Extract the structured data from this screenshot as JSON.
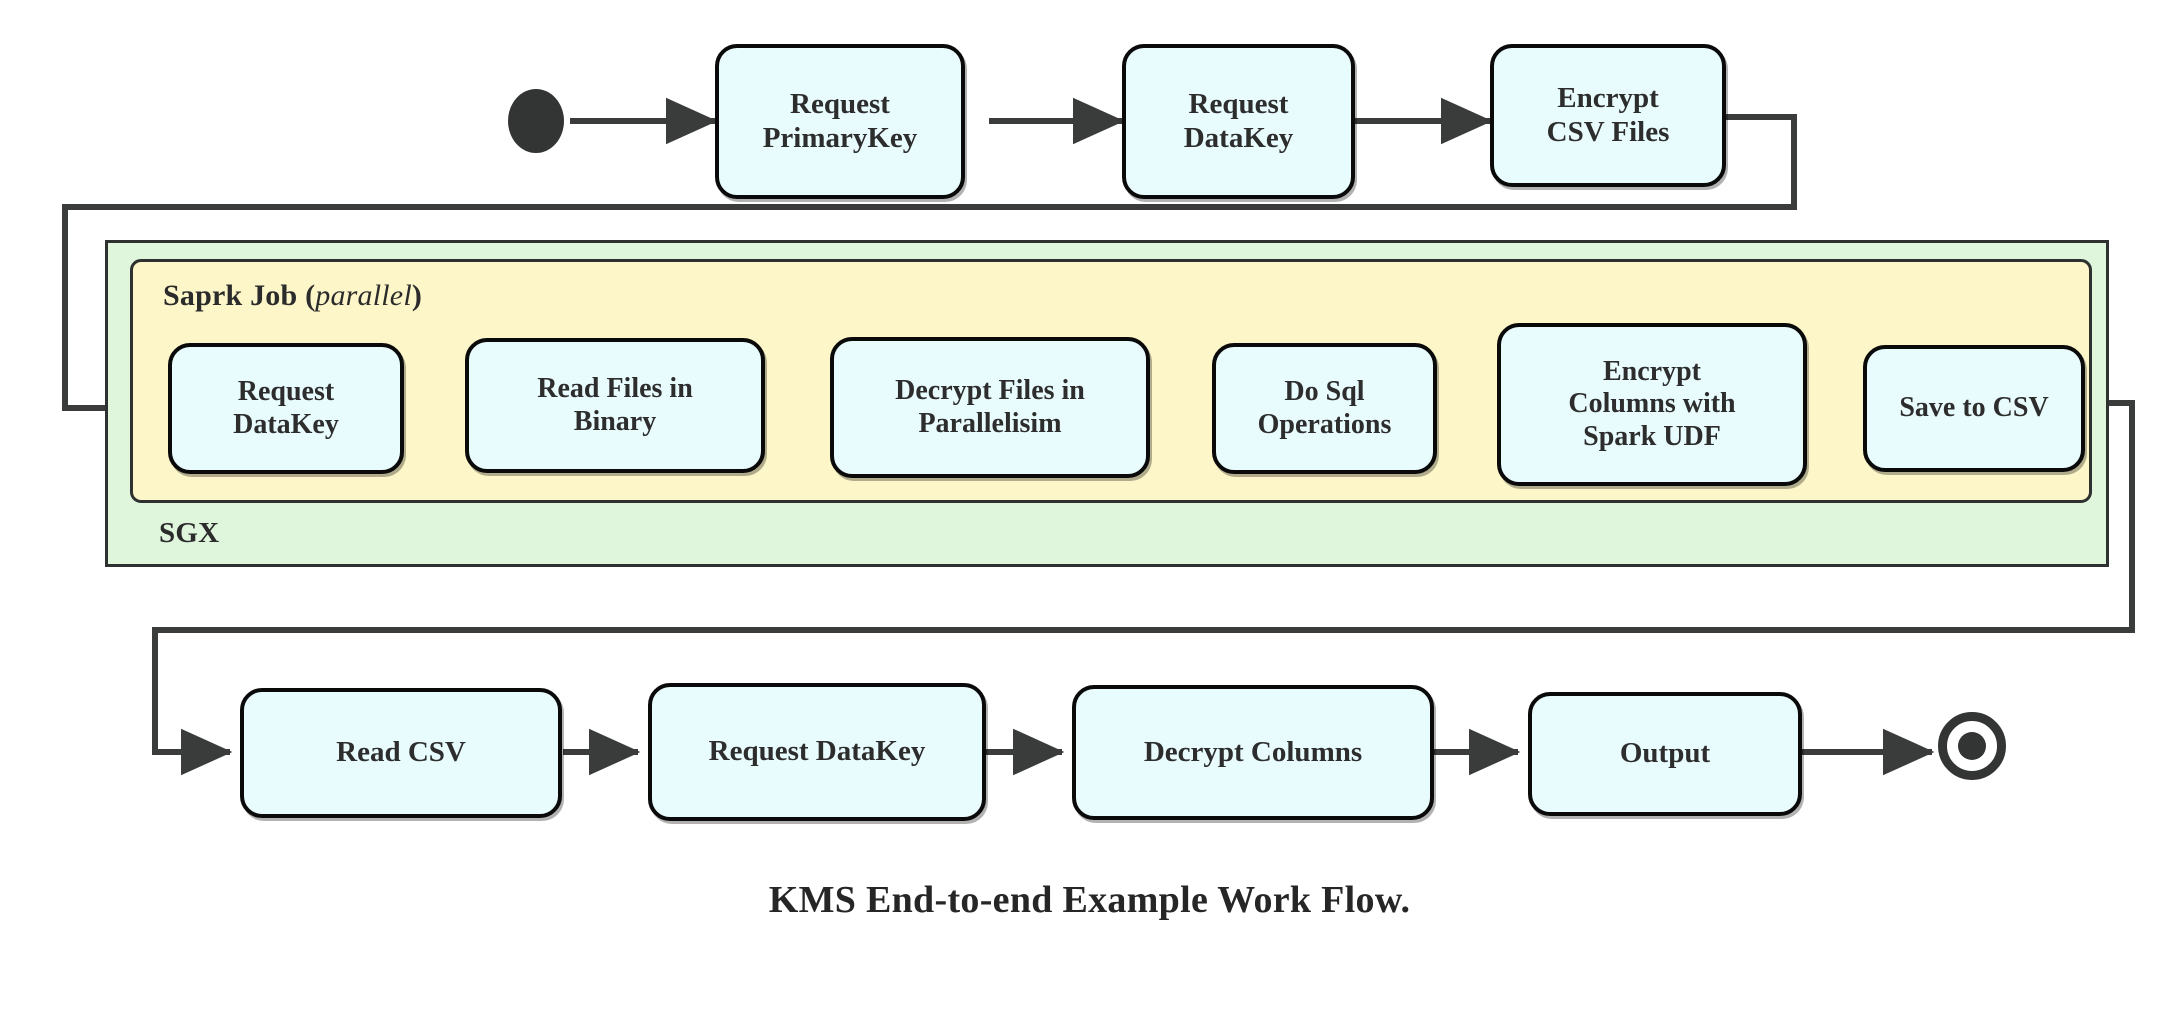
{
  "diagram": {
    "caption": "KMS End-to-end Example Work Flow.",
    "colors": {
      "node_fill": "#e8fbfd",
      "node_border": "#0a0a0a",
      "sgx_fill": "#dff6dd",
      "spark_fill": "#fdf6c8",
      "container_border": "#2f3030",
      "wire": "#3a3b3b",
      "text": "#2d2d2d",
      "page_background": "#ffffff"
    },
    "markers": {
      "start": "initial-state-filled-circle",
      "end": "final-state-bullseye"
    },
    "containers": [
      {
        "id": "sgx",
        "label": "SGX",
        "label_position": "bottom-left",
        "fill": "#dff6dd"
      },
      {
        "id": "spark",
        "label": "Saprk Job",
        "label_suffix_open": "(",
        "label_suffix_italic": "parallel",
        "label_suffix_close": ")",
        "label_position": "top-left",
        "fill": "#fdf6c8"
      }
    ],
    "rows": {
      "top": {
        "nodes": [
          {
            "id": "request-primarykey",
            "lines": [
              "Request",
              "PrimaryKey"
            ]
          },
          {
            "id": "request-datakey-top",
            "lines": [
              "Request",
              "DataKey"
            ]
          },
          {
            "id": "encrypt-csv-files",
            "lines": [
              "Encrypt",
              "CSV Files"
            ]
          }
        ]
      },
      "middle": {
        "nodes": [
          {
            "id": "request-datakey-spark",
            "lines": [
              "Request",
              "DataKey"
            ]
          },
          {
            "id": "read-files-in-binary",
            "lines": [
              "Read Files in",
              "Binary"
            ]
          },
          {
            "id": "decrypt-files-in-parallelisim",
            "lines": [
              "Decrypt Files in",
              "Parallelisim"
            ]
          },
          {
            "id": "do-sql-operations",
            "lines": [
              "Do Sql",
              "Operations"
            ]
          },
          {
            "id": "encrypt-columns-with-spark-udf",
            "lines": [
              "Encrypt",
              "Columns with",
              "Spark UDF"
            ]
          },
          {
            "id": "save-to-csv",
            "lines": [
              "Save to CSV"
            ]
          }
        ]
      },
      "bottom": {
        "nodes": [
          {
            "id": "read-csv",
            "lines": [
              "Read CSV"
            ]
          },
          {
            "id": "request-datakey-bottom",
            "lines": [
              "Request DataKey"
            ]
          },
          {
            "id": "decrypt-columns",
            "lines": [
              "Decrypt Columns"
            ]
          },
          {
            "id": "output",
            "lines": [
              "Output"
            ]
          }
        ]
      }
    },
    "flow_sequence": [
      "start",
      "Request PrimaryKey",
      "Request DataKey",
      "Encrypt CSV Files",
      "Request DataKey",
      "Read Files in Binary",
      "Decrypt Files in Parallelisim",
      "Do Sql Operations",
      "Encrypt Columns with Spark UDF",
      "Save to CSV",
      "Read CSV",
      "Request DataKey",
      "Decrypt Columns",
      "Output",
      "end"
    ]
  }
}
